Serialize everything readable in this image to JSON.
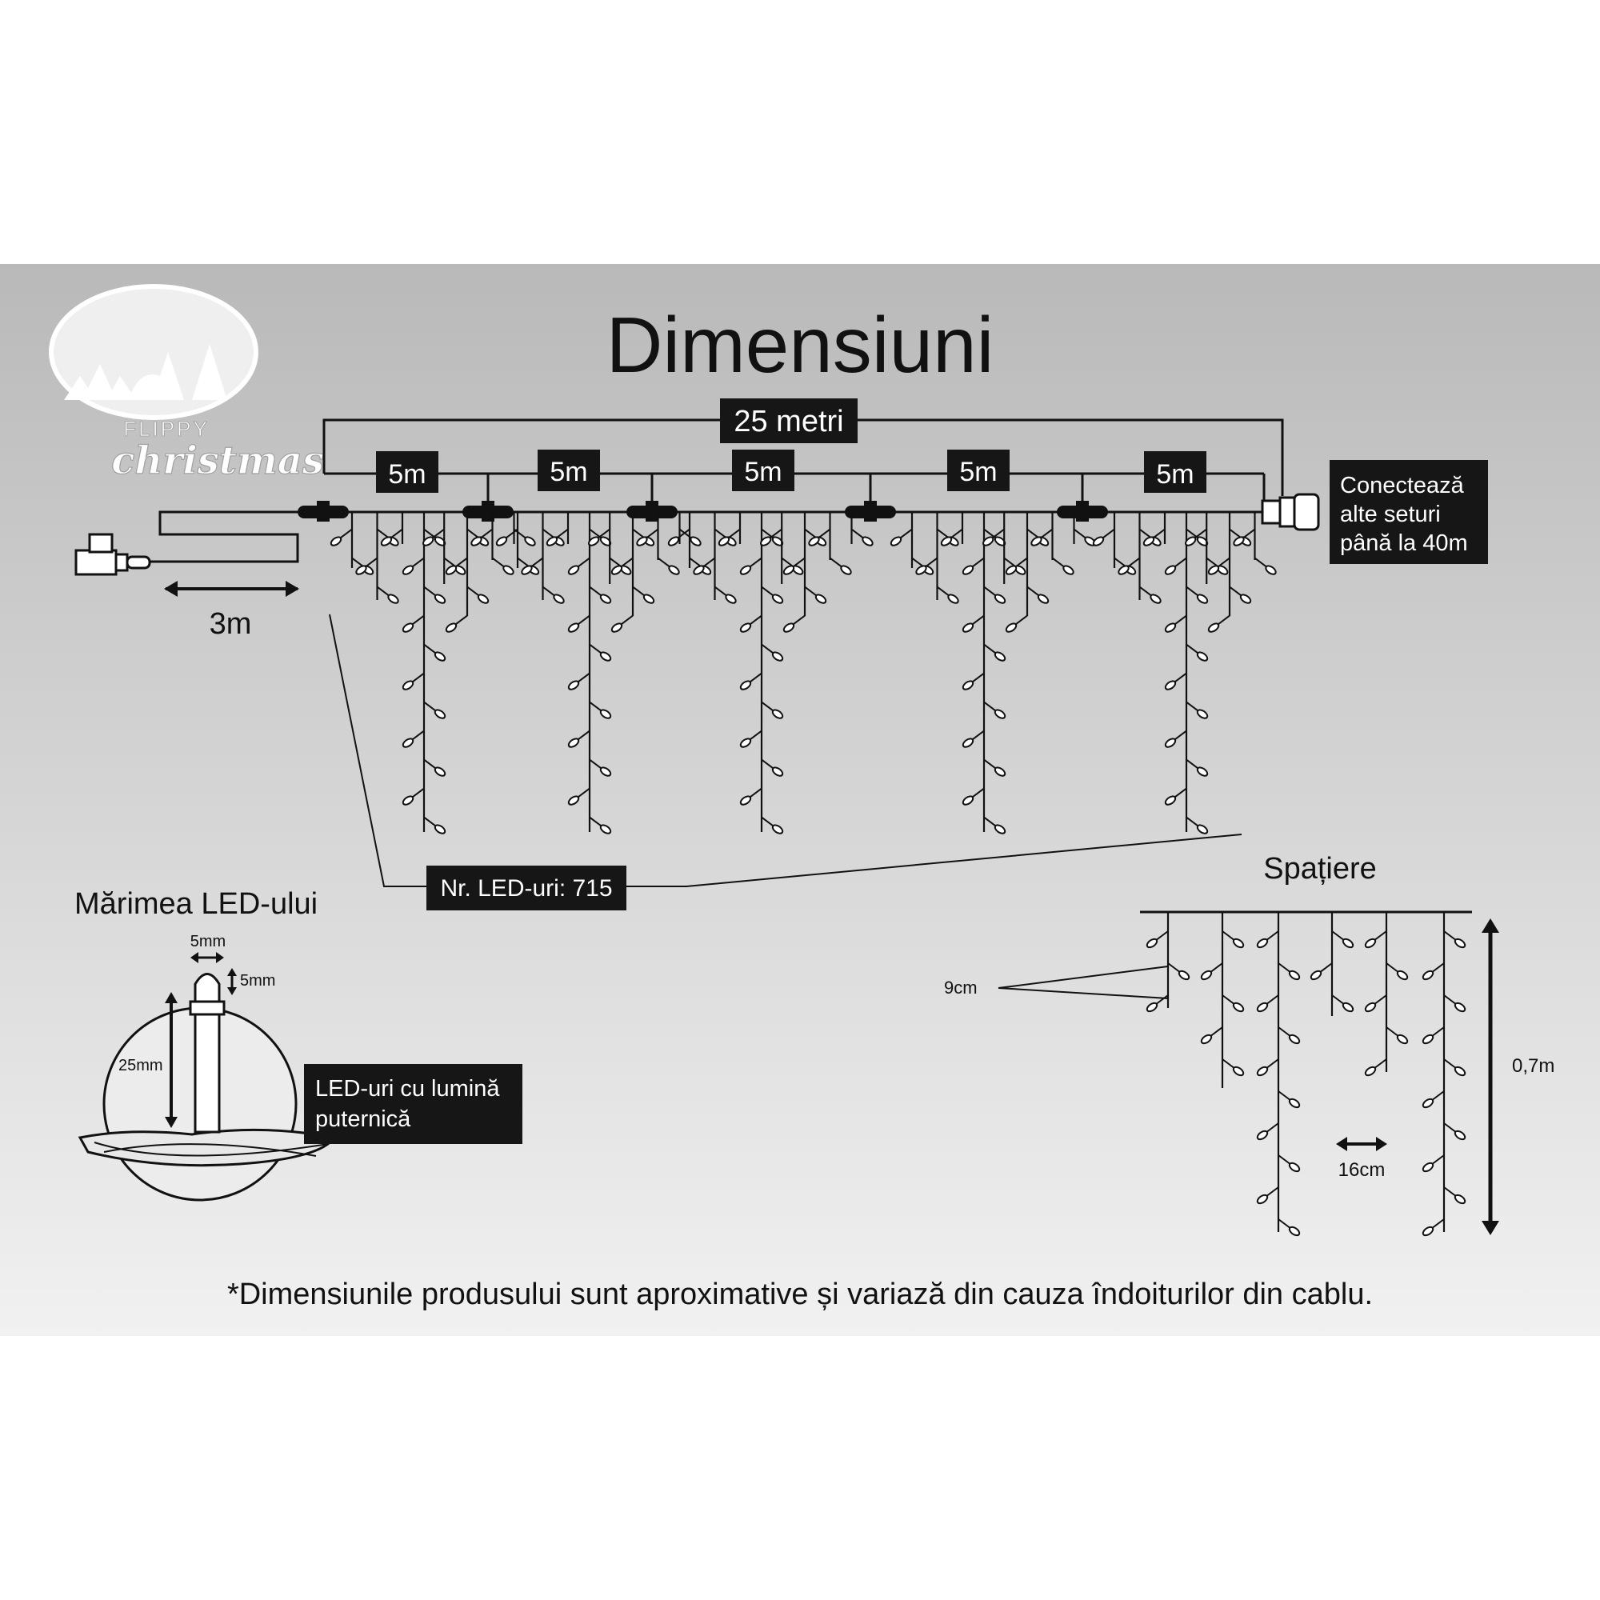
{
  "title": "Dimensiuni",
  "logo": {
    "brand": "FLIPPY",
    "script": "christmas"
  },
  "total_length": "25 metri",
  "segments": [
    "5m",
    "5m",
    "5m",
    "5m",
    "5m"
  ],
  "lead_cable": "3m",
  "connect_note": [
    "Conectează",
    "alte seturi",
    "până la 40m"
  ],
  "led_count": "Nr. LED-uri: 715",
  "led_size": {
    "title": "Mărimea LED-ului",
    "width": "5mm",
    "top": "5mm",
    "height": "25mm",
    "note": [
      "LED-uri cu lumină",
      "puternică"
    ]
  },
  "spacing": {
    "title": "Spațiere",
    "vertical": "9cm",
    "horizontal": "16cm",
    "drop": "0,7m"
  },
  "footnote": "*Dimensiunile produsului sunt aproximative și variază din cauza îndoiturilor din cablu.",
  "colors": {
    "panel_top": "#b9b9b9",
    "panel_bottom": "#f1f1f1",
    "ink": "#111111",
    "label_bg": "#161616",
    "label_text": "#ffffff"
  }
}
